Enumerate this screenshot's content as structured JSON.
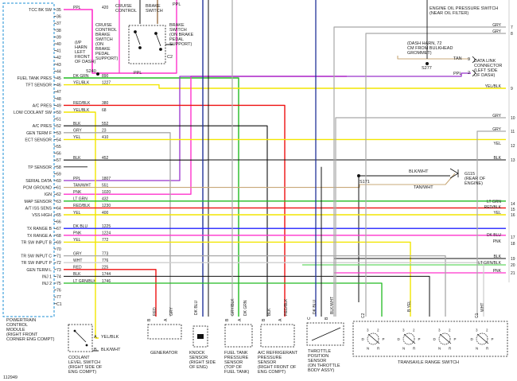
{
  "colors": {
    "pink": "#ff33cc",
    "blue": "#2222ff",
    "dkblue": "#223399",
    "green": "#22bb22",
    "yellow": "#f2e600",
    "red": "#ee1111",
    "gray": "#a8a8a8",
    "black": "#111111",
    "brown": "#8a5a2a",
    "purple": "#9933cc",
    "tan": "#c8a878",
    "ltgreen": "#7fdd7f"
  },
  "pcm_label": [
    "POWERTRAIN",
    "CONTROL",
    "MODULE",
    "(RIGHT FRONT",
    "CORNER ENG COMPT)"
  ],
  "pins": [
    {
      "num": "35",
      "name": "TCC BK SW",
      "wire": "PPL",
      "circ": "420"
    },
    {
      "num": "36",
      "name": "",
      "wire": "",
      "circ": ""
    },
    {
      "num": "37",
      "name": "",
      "wire": "",
      "circ": ""
    },
    {
      "num": "38",
      "name": "",
      "wire": "",
      "circ": ""
    },
    {
      "num": "39",
      "name": "",
      "wire": "",
      "circ": ""
    },
    {
      "num": "40",
      "name": "",
      "wire": "",
      "circ": ""
    },
    {
      "num": "41",
      "name": "",
      "wire": "",
      "circ": ""
    },
    {
      "num": "42",
      "name": "",
      "wire": "",
      "circ": ""
    },
    {
      "num": "43",
      "name": "",
      "wire": "",
      "circ": ""
    },
    {
      "num": "44",
      "name": "",
      "wire": "",
      "circ": ""
    },
    {
      "num": "45",
      "name": "FUEL TANK PRES",
      "wire": "DK GRN",
      "circ": "890"
    },
    {
      "num": "46",
      "name": "TFT SENSOR",
      "wire": "YEL/BLK",
      "circ": "1227"
    },
    {
      "num": "47",
      "name": "",
      "wire": "",
      "circ": ""
    },
    {
      "num": "48",
      "name": "",
      "wire": "",
      "circ": ""
    },
    {
      "num": "49",
      "name": "A/C PRES",
      "wire": "RED/BLK",
      "circ": "380"
    },
    {
      "num": "50",
      "name": "LOW COOLANT SW",
      "wire": "YEL/BLK",
      "circ": "68"
    },
    {
      "num": "51",
      "name": "",
      "wire": "",
      "circ": ""
    },
    {
      "num": "52",
      "name": "A/C PRES",
      "wire": "BLK",
      "circ": "552"
    },
    {
      "num": "53",
      "name": "GEN TERM F",
      "wire": "GRY",
      "circ": "23"
    },
    {
      "num": "54",
      "name": "ECT SENSOR",
      "wire": "YEL",
      "circ": "410"
    },
    {
      "num": "55",
      "name": "",
      "wire": "",
      "circ": ""
    },
    {
      "num": "56",
      "name": "",
      "wire": "",
      "circ": ""
    },
    {
      "num": "57",
      "name": "",
      "wire": "BLK",
      "circ": "452"
    },
    {
      "num": "58",
      "name": "TP SENSOR",
      "wire": "",
      "circ": ""
    },
    {
      "num": "59",
      "name": "",
      "wire": "",
      "circ": ""
    },
    {
      "num": "60",
      "name": "SERIAL DATA",
      "wire": "PPL",
      "circ": "1807"
    },
    {
      "num": "61",
      "name": "PCM GROUND",
      "wire": "TAN/WHT",
      "circ": "551"
    },
    {
      "num": "62",
      "name": "IGN",
      "wire": "PNK",
      "circ": "1020"
    },
    {
      "num": "63",
      "name": "MAP SENSOR",
      "wire": "LT GRN",
      "circ": "432"
    },
    {
      "num": "64",
      "name": "A/T ISS SENS",
      "wire": "RED/BLK",
      "circ": "1230"
    },
    {
      "num": "65",
      "name": "VSS HIGH",
      "wire": "YEL",
      "circ": "400"
    },
    {
      "num": "66",
      "name": "",
      "wire": "",
      "circ": ""
    },
    {
      "num": "67",
      "name": "TX RANGE B",
      "wire": "DK BLU",
      "circ": "1225"
    },
    {
      "num": "68",
      "name": "TX RANGE A",
      "wire": "PNK",
      "circ": "1224"
    },
    {
      "num": "69",
      "name": "TR SW INPUT B",
      "wire": "YEL",
      "circ": "772"
    },
    {
      "num": "70",
      "name": "",
      "wire": "",
      "circ": ""
    },
    {
      "num": "71",
      "name": "TR SW INPUT C",
      "wire": "GRY",
      "circ": "773"
    },
    {
      "num": "72",
      "name": "TR SW INPUT P",
      "wire": "WHT",
      "circ": "776"
    },
    {
      "num": "73",
      "name": "GEN TERM L",
      "wire": "RED",
      "circ": "225"
    },
    {
      "num": "74",
      "name": "INJ 1",
      "wire": "BLK",
      "circ": "1744"
    },
    {
      "num": "75",
      "name": "INJ 2",
      "wire": "LT GRN/BLK",
      "circ": "1746"
    },
    {
      "num": "76",
      "name": "",
      "wire": "",
      "circ": ""
    },
    {
      "num": "77",
      "name": "",
      "wire": "",
      "circ": ""
    },
    {
      "num": "C1",
      "name": "",
      "wire": "",
      "circ": ""
    }
  ],
  "right_wires": [
    {
      "label": "GRY",
      "num": "7"
    },
    {
      "label": "GRY",
      "num": "8"
    },
    {
      "label": "YEL/BLK",
      "num": "9"
    },
    {
      "label": "GRY",
      "num": "10"
    },
    {
      "label": "GRY",
      "num": "11"
    },
    {
      "label": "YEL",
      "num": "12"
    },
    {
      "label": "BLK",
      "num": "13"
    },
    {
      "label": "LT GRN",
      "num": "14"
    },
    {
      "label": "RED/BLK",
      "num": "15"
    },
    {
      "label": "YEL",
      "num": "16"
    },
    {
      "label": "DK BLU",
      "num": "17"
    },
    {
      "label": "PNK",
      "num": "18"
    },
    {
      "label": "BLK",
      "num": "19"
    },
    {
      "label": "LT GRN/BLK",
      "num": "20"
    },
    {
      "label": "PNK",
      "num": "21"
    }
  ],
  "top_labels": {
    "cruise_control": [
      "CRUISE",
      "CONTROL"
    ],
    "brake_switch": [
      "BRAKE",
      "SWITCH"
    ],
    "cruise_brake_switch": [
      "CRUISE",
      "CONTROL",
      "BRAKE",
      "SWITCH",
      "(ON",
      "BRAKE",
      "PEDAL",
      "SUPPORT)"
    ],
    "brake_switch_pedal": [
      "BRAKE",
      "SWITCH",
      "(ON BRAKE",
      "PEDAL",
      "SUPPORT)"
    ],
    "c2": "C2",
    "ip_harn": [
      "(I/P",
      "HARN",
      "LEFT",
      "FRONT",
      "OF DASH)"
    ],
    "s240": "S240",
    "ppl_a": "PPL",
    "ppl_b": "PPL",
    "oil_pressure": [
      "ENGINE OIL PRESSURE SWITCH",
      "(NEAR OIL FILTER)"
    ],
    "dash_harn": [
      "(DASH HARN, 72",
      "CM FROM BULKHEAD",
      "GROMMET)"
    ],
    "tan_wire": "TAN",
    "s277": "S277",
    "ppl_c": "PPL",
    "dlc_num_a": "9",
    "dlc_num_b": "2",
    "dlc": [
      "DATA LINK",
      "CONNECTOR",
      "(LEFT SIDE",
      "OF DASH)"
    ]
  },
  "ground": {
    "wire_a": "BLK/WHT",
    "wire_b": "TAN/WHT",
    "splice": "S171",
    "g115": [
      "G115",
      "(REAR OF",
      "ENGINE)"
    ]
  },
  "components": {
    "coolant": [
      "COOLANT",
      "LEVEL SWITCH",
      "(RIGHT SIDE OF",
      "ENG COMPT)"
    ],
    "coolant_a": "A",
    "coolant_b": "B",
    "coolant_wire_a": "YEL/BLK",
    "coolant_wire_b": "BLK/WHT",
    "generator": "GENERATOR",
    "gen_pins": [
      "B",
      "RED",
      "A",
      "GRY"
    ],
    "knock": [
      "KNOCK",
      "SENSOR",
      "(RIGHT SIDE",
      "OF ENG)"
    ],
    "knock_wire": "DK BLU",
    "fuel_tank": [
      "FUEL TANK",
      "PRESSURE",
      "SENSOR",
      "(TOP OF",
      "FUEL TANK)"
    ],
    "fuel_pins": [
      "B",
      "GRY/BLK",
      "A",
      "DK GRN"
    ],
    "ac_refrig": [
      "A/C REFRIGERANT",
      "PRESSURE",
      "SENSOR",
      "(RIGHT FRONT OF",
      "ENG COMPT)"
    ],
    "ac_pins": [
      "B",
      "BLK",
      "A",
      "RED/BLK"
    ],
    "throttle": [
      "THROTTLE",
      "POSITION",
      "SENSOR",
      "(ON THROTTLE",
      "BODY ASSY)"
    ],
    "tp_pins": [
      "C",
      "DK BLU",
      "B",
      "BLK/WHT"
    ],
    "trs": "TRANSAXLE RANGE SWITCH",
    "trs_pins": [
      "C2",
      "B YEL",
      "C1",
      "WHT"
    ],
    "trs_letters": [
      "P",
      "R",
      "N",
      "D",
      "3",
      "2"
    ]
  },
  "figure_id": "112949"
}
